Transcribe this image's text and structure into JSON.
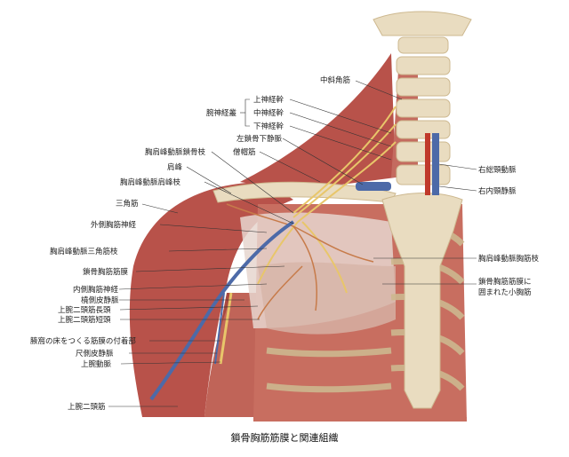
{
  "caption": "鎖骨胸筋筋膜と関連組織",
  "labels": {
    "plexus_group": "腕神経叢",
    "chuushakakukin": "中斜角筋",
    "upper_trunk": "上神経幹",
    "middle_trunk": "中神経幹",
    "lower_trunk": "下神経幹",
    "subclavian_vein": "左鎖骨下静脈",
    "trapezius": "僧帽筋",
    "clavicular_branch": "胸肩峰動脈鎖骨枝",
    "acromion": "肩峰",
    "acromial_branch": "胸肩峰動脈肩峰枝",
    "deltoid": "三角筋",
    "lateral_pectoral_nerve": "外側胸筋神経",
    "deltoid_branch": "胸肩峰動脈三角筋枝",
    "clavipectoral_fascia": "鎖骨胸筋筋膜",
    "medial_pectoral_nerve": "内側胸筋神経",
    "cephalic_vein": "橈側皮静脈",
    "biceps_long": "上腕二頭筋長頭",
    "biceps_short": "上腕二頭筋短頭",
    "axilla_floor": "腋窩の床をつくる筋膜の付着部",
    "basilic_vein": "尺側皮静脈",
    "brachial_artery": "上腕動脈",
    "biceps": "上腕二頭筋",
    "common_carotid": "右総頸動脈",
    "internal_jugular": "右内頸静脈",
    "pectoral_branch": "胸肩峰動脈胸筋枝",
    "pectoralis_minor_1": "鎖骨胸筋筋膜に",
    "pectoralis_minor_2": "囲まれた小胸筋"
  },
  "colors": {
    "muscle": "#b8524a",
    "muscle_light": "#d58a7c",
    "bone": "#e9dcc0",
    "bone_shade": "#cdb88f",
    "fascia": "#e6d6cf",
    "nerve": "#e8c66a",
    "vein": "#4d6aa8",
    "artery": "#c0392b"
  }
}
